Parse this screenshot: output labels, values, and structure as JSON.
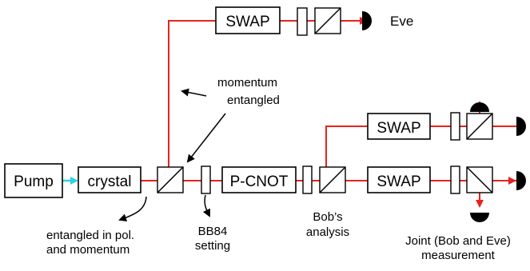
{
  "colors": {
    "beam": "#e8231f",
    "pump_beam": "#2fd0e8",
    "outline": "#000000"
  },
  "boxes": {
    "pump": "Pump",
    "crystal": "crystal",
    "pcnot": "P-CNOT",
    "swap_eve": "SWAP",
    "swap_upper": "SWAP",
    "swap_lower": "SWAP"
  },
  "labels": {
    "eve": "Eve",
    "momentum_line1": "momentum",
    "momentum_line2": "entangled",
    "entangled_line1": "entangled in pol.",
    "entangled_line2": "and momentum",
    "bb84_line1": "BB84",
    "bb84_line2": "setting",
    "bob_line1": "Bob’s",
    "bob_line2": "analysis",
    "joint_line1": "Joint (Bob and Eve)",
    "joint_line2": "measurement"
  },
  "icons": {
    "beam_splitter": "beam-splitter-icon",
    "waveplate": "waveplate-icon",
    "detector": "detector-icon"
  }
}
